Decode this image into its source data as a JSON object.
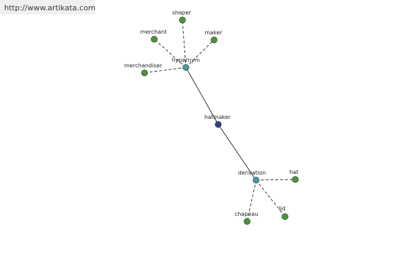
{
  "source": {
    "url_text": "http://www.artikata.com"
  },
  "colors": {
    "background": "#ffffff",
    "banner": "#f0f0f0",
    "edge": "#000000",
    "leaf_node": "#4f8f3f",
    "relation_node": "#4a9a9c",
    "center_node": "#34418c",
    "node_outline": "#1e2e1e"
  },
  "graph": {
    "center": {
      "id": "hatmaker",
      "label": "hatmaker"
    },
    "relations": [
      {
        "id": "hypernym",
        "label": "hypernym",
        "terms": [
          {
            "id": "shaper",
            "label": "shaper"
          },
          {
            "id": "merchant",
            "label": "merchant"
          },
          {
            "id": "maker",
            "label": "maker"
          },
          {
            "id": "merchandiser",
            "label": "merchandiser"
          }
        ]
      },
      {
        "id": "derivation",
        "label": "derivation",
        "terms": [
          {
            "id": "hat",
            "label": "hat"
          },
          {
            "id": "chapeau",
            "label": "chapeau"
          },
          {
            "id": "lid",
            "label": "lid"
          }
        ]
      }
    ]
  }
}
